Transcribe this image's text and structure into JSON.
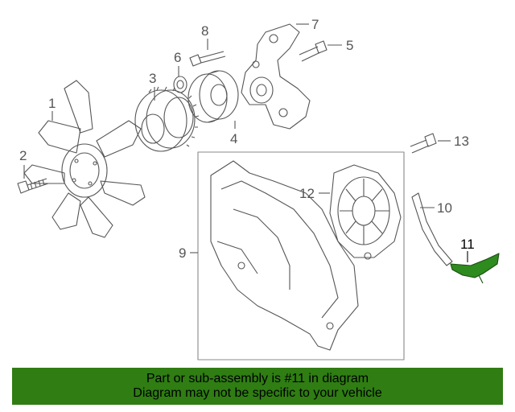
{
  "callouts": {
    "c1": "1",
    "c2": "2",
    "c3": "3",
    "c4": "4",
    "c5": "5",
    "c6": "6",
    "c7": "7",
    "c8": "8",
    "c9": "9",
    "c10": "10",
    "c11": "11",
    "c12": "12",
    "c13": "13"
  },
  "banner": {
    "line1": "Part or sub-assembly is #11 in diagram",
    "line2": "Diagram may not be specific to your vehicle"
  },
  "colors": {
    "line": "#555555",
    "highlight_part": "#2e8b1e",
    "banner_bg": "#2f7d13"
  }
}
